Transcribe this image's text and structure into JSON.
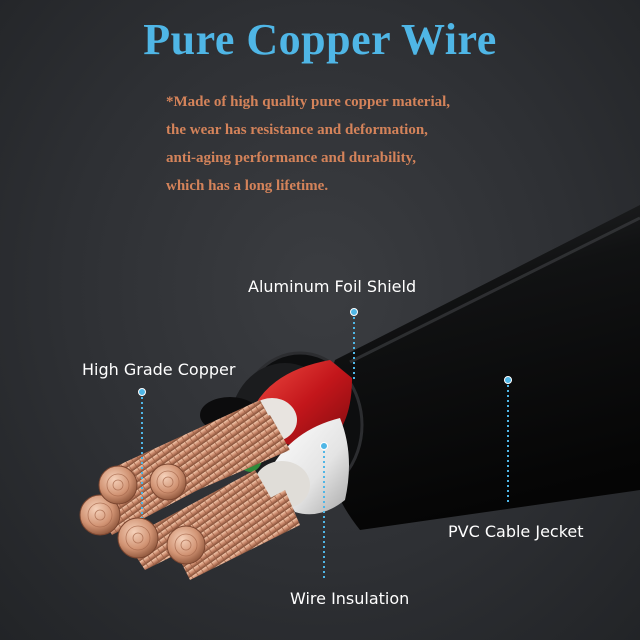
{
  "title": "Pure Copper Wire",
  "description": [
    "*Made of high quality pure copper material,",
    "the wear has resistance and deformation,",
    "anti-aging performance and durability,",
    "which has a long lifetime."
  ],
  "labels": {
    "aluminum_foil_shield": "Aluminum Foil Shield",
    "high_grade_copper": "High Grade Copper",
    "pvc_cable_jacket": "PVC Cable Jecket",
    "wire_insulation": "Wire Insulation"
  },
  "colors": {
    "title": "#4fb6e6",
    "description": "#d4835a",
    "callout": "#4fb6e6",
    "jacket": "#141516",
    "red_insulation": "#c8181c",
    "white_insulation": "#e9e9e9",
    "copper": "#d49a7a"
  }
}
